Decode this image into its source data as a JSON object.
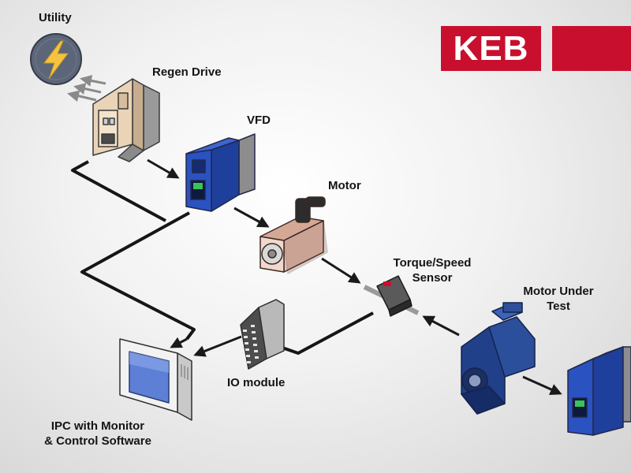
{
  "labels": {
    "utility": "Utility",
    "regen_drive": "Regen Drive",
    "vfd": "VFD",
    "motor": "Motor",
    "torque_sensor_line1": "Torque/Speed",
    "torque_sensor_line2": "Sensor",
    "motor_under_test_line1": "Motor Under",
    "motor_under_test_line2": "Test",
    "io_module": "IO module",
    "ipc_line1": "IPC with Monitor",
    "ipc_line2": "& Control Software"
  },
  "logo": {
    "text": "KEB"
  },
  "colors": {
    "brand_red": "#c8102e",
    "drive_blue": "#1f3f9c",
    "utility_badge": "#5c6678",
    "bolt_yellow": "#f5c242"
  }
}
